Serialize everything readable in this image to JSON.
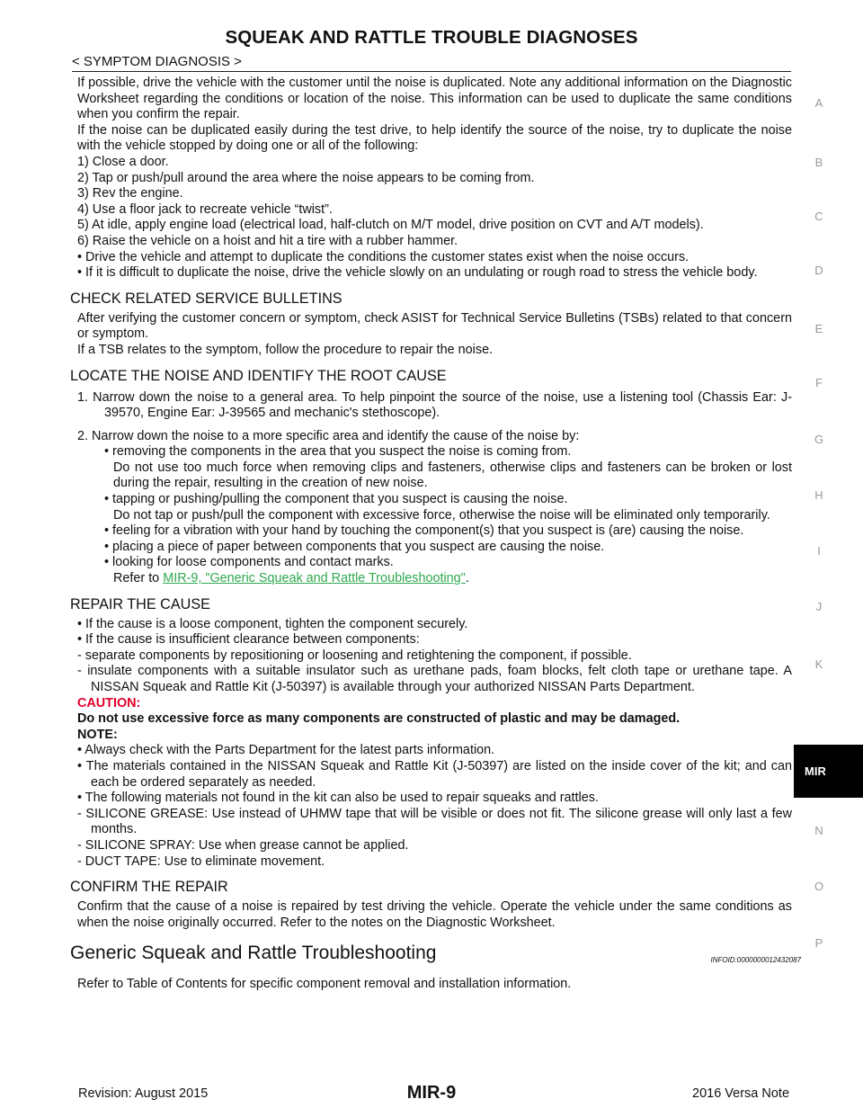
{
  "header": {
    "title": "SQUEAK AND RATTLE TROUBLE DIAGNOSES",
    "section": "< SYMPTOM DIAGNOSIS >"
  },
  "intro": {
    "p1": "If possible, drive the vehicle with the customer until the noise is duplicated. Note any additional information on the Diagnostic Worksheet regarding the conditions or location of the noise. This information can be used to duplicate the same conditions when you confirm the repair.",
    "p2": "If the noise can be duplicated easily during the test drive, to help identify the source of the noise, try to duplicate the noise with the vehicle stopped by doing one or all of the following:",
    "steps": [
      "1) Close a door.",
      "2) Tap or push/pull around the area where the noise appears to be coming from.",
      "3) Rev the engine.",
      "4) Use a floor jack to recreate vehicle “twist”.",
      "5) At idle, apply engine load (electrical load, half-clutch on M/T model, drive position on CVT and A/T models).",
      "6) Raise the vehicle on a hoist and hit a tire with a rubber hammer."
    ],
    "bullets": [
      "• Drive the vehicle and attempt to duplicate the conditions the customer states exist when the noise occurs.",
      "• If it is difficult to duplicate the noise, drive the vehicle slowly on an undulating or rough road to stress the vehicle body."
    ]
  },
  "bulletins": {
    "heading": "CHECK RELATED SERVICE BULLETINS",
    "p1": "After verifying the customer concern or symptom, check ASIST for Technical Service Bulletins (TSBs) related to that concern or symptom.",
    "p2": "If a TSB relates to the symptom, follow the procedure to repair the noise."
  },
  "locate": {
    "heading": "LOCATE THE NOISE AND IDENTIFY THE ROOT CAUSE",
    "item1": "1. Narrow down the noise to a general area. To help pinpoint the source of the noise, use a listening tool (Chassis Ear: J-39570, Engine Ear: J-39565 and mechanic's stethoscope).",
    "item2": "2. Narrow down the noise to a more specific area and identify the cause of the noise by:",
    "b1": "• removing the components in the area that you suspect the noise is coming from.",
    "b1_detail": "Do not use too much force when removing clips and fasteners, otherwise clips and fasteners can be broken or lost during the repair, resulting in the creation of new noise.",
    "b2": "• tapping or pushing/pulling the component that you suspect is causing the noise.",
    "b2_detail": "Do not tap or push/pull the component with excessive force, otherwise the noise will be eliminated only temporarily.",
    "b3": "• feeling for a vibration with your hand by touching the component(s) that you suspect is (are) causing the noise.",
    "b4": "• placing a piece of paper between components that you suspect are causing the noise.",
    "b5": "• looking for loose components and contact marks.",
    "refer_prefix": "Refer to ",
    "refer_link": "MIR-9, \"Generic Squeak and Rattle Troubleshooting\"",
    "refer_suffix": "."
  },
  "repair": {
    "heading": "REPAIR THE CAUSE",
    "b1": "• If the cause is a loose component, tighten the component securely.",
    "b2": "• If the cause is insufficient clearance between components:",
    "d1": "- separate components by repositioning or loosening and retightening the component, if possible.",
    "d2": "- insulate components with a suitable insulator such as urethane pads, foam blocks, felt cloth tape or urethane tape. A NISSAN Squeak and Rattle Kit (J-50397) is available through your authorized NISSAN Parts Department.",
    "caution_label": "CAUTION:",
    "caution_text": "Do not use excessive force as many components are constructed of plastic and may be damaged.",
    "note_label": "NOTE:",
    "n1": "• Always check with the Parts Department for the latest parts information.",
    "n2": "• The materials contained in the NISSAN Squeak and Rattle Kit (J-50397) are listed on the inside cover of the kit; and can each be ordered separately as needed.",
    "n3": "• The following materials not found in the kit can also be used to repair squeaks and rattles.",
    "m1": "- SILICONE GREASE: Use instead of UHMW tape that will be visible or does not fit. The silicone grease will only last a few months.",
    "m2": "- SILICONE SPRAY: Use when grease cannot be applied.",
    "m3": "- DUCT TAPE: Use to eliminate movement."
  },
  "confirm": {
    "heading": "CONFIRM THE REPAIR",
    "p1": "Confirm that the cause of a noise is repaired by test driving the vehicle. Operate the vehicle under the same conditions as when the noise originally occurred. Refer to the notes on the Diagnostic Worksheet."
  },
  "generic": {
    "heading": "Generic Squeak and Rattle Troubleshooting",
    "info_id": "INFOID:0000000012432087",
    "p1": "Refer to Table of Contents for specific component removal and installation information."
  },
  "side_index": [
    "A",
    "B",
    "C",
    "D",
    "E",
    "F",
    "G",
    "H",
    "I",
    "J",
    "K",
    "M",
    "N",
    "O",
    "P"
  ],
  "side_tab": "MIR",
  "footer": {
    "revision": "Revision: August 2015",
    "page": "MIR-9",
    "model": "2016 Versa Note"
  }
}
